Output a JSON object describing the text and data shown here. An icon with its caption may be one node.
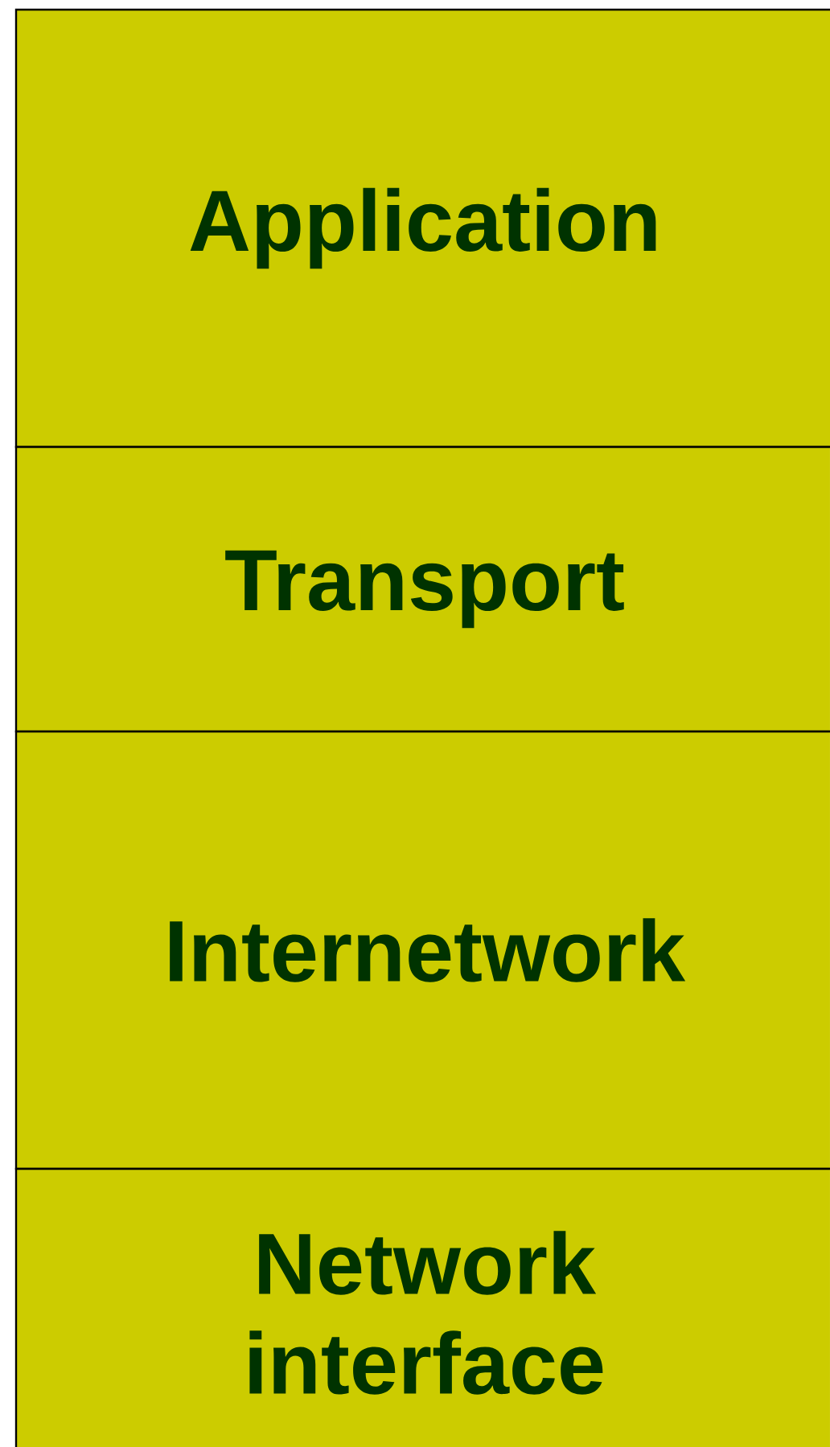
{
  "diagram": {
    "nodes": [
      {
        "text": [
          "Application"
        ]
      },
      {
        "text": [
          "Transport"
        ]
      },
      {
        "text": [
          "Internetwork"
        ]
      },
      {
        "text": [
          "Network interface"
        ]
      }
    ]
  }
}
